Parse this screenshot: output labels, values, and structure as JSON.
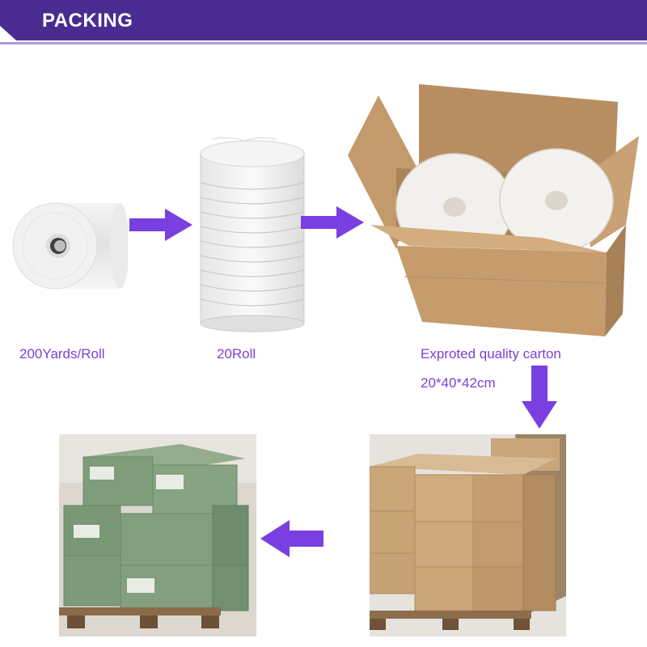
{
  "header": {
    "title": "PACKING",
    "bar_color": "#4a2c91",
    "accent_color": "#6b44c4"
  },
  "steps": [
    {
      "caption": "200Yards/Roll",
      "image": "single-film-roll"
    },
    {
      "caption": "20Roll",
      "image": "stacked-film-rolls"
    },
    {
      "caption": "Exproted quality carton",
      "subcaption": "20*40*42cm",
      "image": "open-carton-with-rolls"
    },
    {
      "image": "stacked-cartons-on-pallet"
    },
    {
      "image": "green-wrapped-packs-on-pallet"
    }
  ],
  "colors": {
    "caption": "#7b40d6",
    "arrow": "#7a3fe0",
    "cardboard": "#c49a6c",
    "wrap_green": "#7f9c7b"
  },
  "icons": [
    "arrow-right-icon",
    "arrow-right-icon",
    "arrow-down-icon",
    "arrow-left-icon"
  ]
}
